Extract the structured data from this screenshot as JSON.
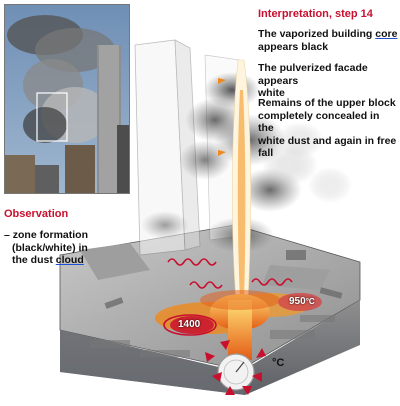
{
  "interpretation": {
    "heading": "Interpretation, step 14",
    "p1_pre": "The vaporized building ",
    "p1_link": "core",
    "p1_post": "appears black",
    "p2_line1": "The pulverized facade appears",
    "p2_line2": "white",
    "p3_line1": "Remains of the upper block",
    "p3_line2": "completely concealed in the",
    "p3_line3": "white dust and again in free fall"
  },
  "observation": {
    "heading": "Observation",
    "line1": "– zone formation",
    "line2": "(black/white) in",
    "line3_pre": "the dust ",
    "line3_link": "cloud"
  },
  "temperatures": {
    "t950": "950",
    "t1400": "1400",
    "unit_small": "°C",
    "unit_big": "°C"
  },
  "colors": {
    "accent_red": "#c8102e",
    "link_underline": "#1a4fd6",
    "heat_orange": "#f08a1c"
  }
}
